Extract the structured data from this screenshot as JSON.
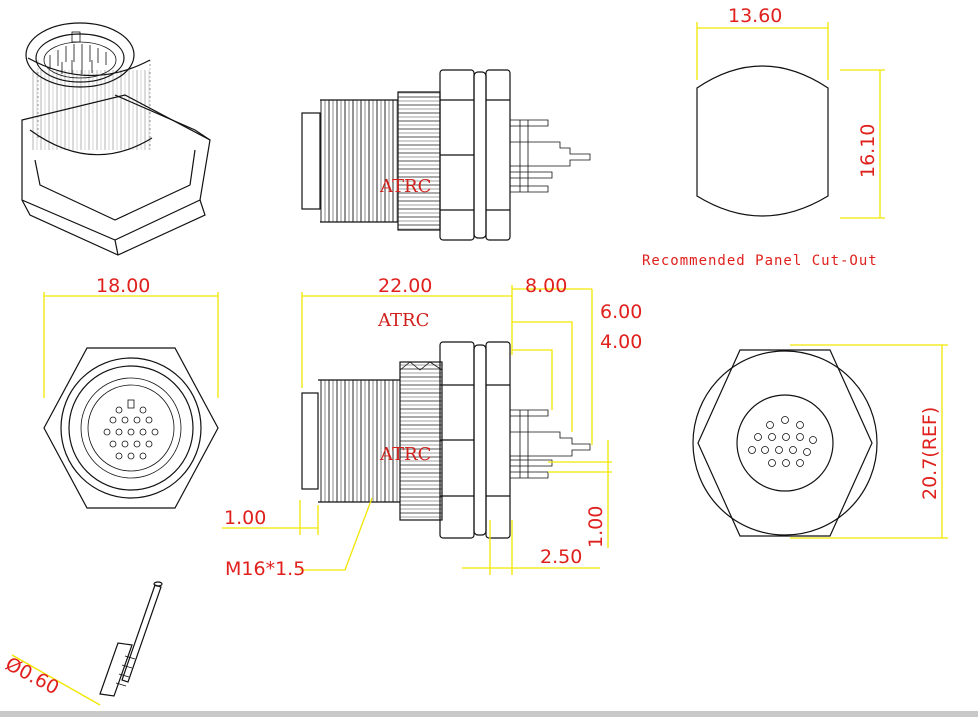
{
  "dims": {
    "top_width": "13.60",
    "top_height": "16.10",
    "front_width": "18.00",
    "length": "22.00",
    "rear": "8.00",
    "d6": "6.00",
    "d4": "4.00",
    "d1_left": "1.00",
    "thread": "M16*1.5",
    "d1_right": "1.00",
    "d2_5": "2.50",
    "ref": "20.7(REF)",
    "pin": "Ø0.60"
  },
  "notes": {
    "panel_cutout": "Recommended Panel Cut-Out"
  },
  "watermarks": {
    "mark_top": "ATRC",
    "mark_mid": "ATRC",
    "mark_low": "ATRC"
  },
  "colors": {
    "dimension_text": "#e0201c",
    "dimension_lines": "#f2e600",
    "outline": "#111111"
  },
  "icons": [
    "connector-3d-icon",
    "pin-contact-icon"
  ]
}
